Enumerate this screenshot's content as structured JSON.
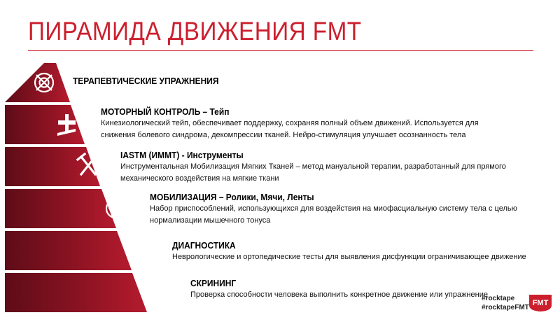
{
  "title": "ПИРАМИДА ДВИЖЕНИЯ FMT",
  "tiers": [
    {
      "heading": "ТЕРАПЕВТИЧЕСКИЕ УПРАЖНЕНИЯ",
      "description": [],
      "icon": "vitruvian-circle-icon"
    },
    {
      "heading": "МОТОРНЫЙ КОНТРОЛЬ – Тейп",
      "description": [
        "Кинезиологический  тейп, обеспечивает поддержку, сохраняя полный объем движений. Используется для",
        "снижения болевого синдрома, декомпрессии  тканей. Нейро-стимуляция улучшает осознанность тела"
      ],
      "icon": "tape-cross-icon"
    },
    {
      "heading": "IASTM (ИММТ) - Инструменты",
      "description": [
        "Инструментальная Мобилизация Мягких Тканей – метод мануальной терапии, разработанный для прямого",
        "механического воздействия на мягкие ткани"
      ],
      "icon": "crossed-tools-icon"
    },
    {
      "heading": "МОБИЛИЗАЦИЯ – Ролики, Мячи, Ленты",
      "description": [
        "Набор приспособлений,  использующихся для воздействия на миофасциальную систему тела с целью",
        " нормализации  мышечного тонуса"
      ],
      "icon": "human-figure-circle-icon"
    },
    {
      "heading": "ДИАГНОСТИКА",
      "description": [
        "Неврологические и ортопедические тесты для выявления дисфункции ограничивающее движение"
      ],
      "icon": "scales-icon"
    },
    {
      "heading": "СКРИНИНГ",
      "description": [
        "Проверка способности человека выполнить конкретное движение или упражнение"
      ],
      "icon": "magnifier-icon"
    }
  ],
  "hashtags": [
    "#rocktape",
    "#rocktapeFMT"
  ],
  "logo_text": "FMT",
  "colors": {
    "brand": "#cc1f2e",
    "tier_dark": "#6d0f1d",
    "tier_light": "#b21a2d"
  }
}
